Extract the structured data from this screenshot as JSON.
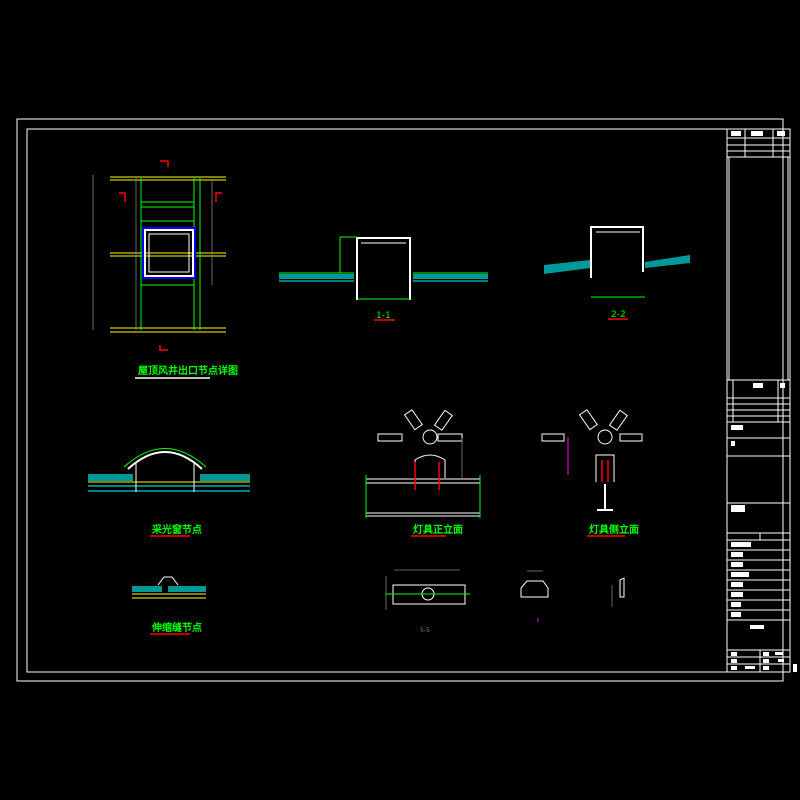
{
  "drawing": {
    "titles": {
      "roof_vent": "屋顶风井出口节点详图",
      "skylight": "采光窗节点",
      "expansion_joint": "伸缩缝节点",
      "lamp_front": "灯具正立面",
      "lamp_side": "灯具侧立面"
    },
    "sections": {
      "s11": "1-1",
      "s22": "2-2",
      "s55": "5-5"
    },
    "colors": {
      "background": "#000000",
      "frame": "#ffffff",
      "title": "#00ff00",
      "underline": "#ff0000",
      "annotation": "#808080",
      "dimension": "#ff00ff"
    }
  }
}
